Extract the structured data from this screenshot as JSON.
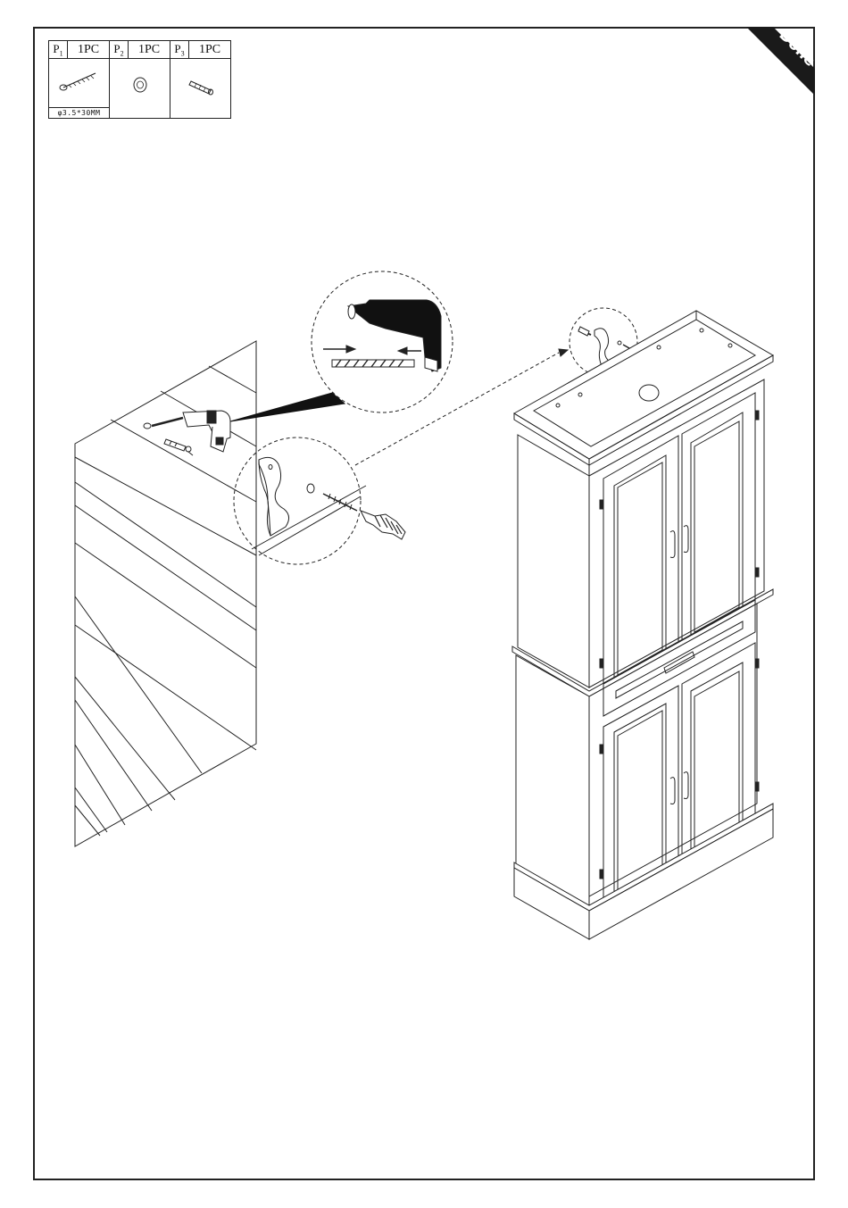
{
  "parts": [
    {
      "code": "P",
      "sub": "1",
      "qty": "1PC",
      "icon": "screw-icon",
      "spec": "φ3.5*30MM"
    },
    {
      "code": "P",
      "sub": "2",
      "qty": "1PC",
      "icon": "washer-icon",
      "spec": ""
    },
    {
      "code": "P",
      "sub": "3",
      "qty": "1PC",
      "icon": "wall-anchor-icon",
      "spec": ""
    }
  ],
  "badge": {
    "label": "Done",
    "color": "#1a1a1a"
  }
}
